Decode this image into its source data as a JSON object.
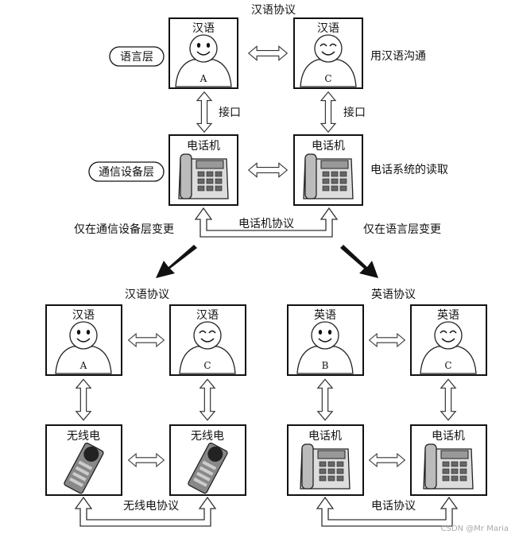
{
  "top": {
    "protocol_label": "汉语协议",
    "left_person": {
      "title": "汉语",
      "letter": "A"
    },
    "right_person": {
      "title": "汉语",
      "letter": "C"
    },
    "language_layer": "语言层",
    "comm_layer": "通信设备层",
    "interface_left": "接口",
    "interface_right": "接口",
    "right_note_1": "用汉语沟通",
    "right_note_2": "电话系统的读取",
    "left_device": {
      "title": "电话机"
    },
    "right_device": {
      "title": "电话机"
    },
    "phone_protocol": "电话机协议",
    "change_left": "仅在通信设备层变更",
    "change_right": "仅在语言层变更"
  },
  "bottom_left": {
    "protocol_label": "汉语协议",
    "left_person": {
      "title": "汉语",
      "letter": "A"
    },
    "right_person": {
      "title": "汉语",
      "letter": "C"
    },
    "left_device": {
      "title": "无线电"
    },
    "right_device": {
      "title": "无线电"
    },
    "device_protocol": "无线电协议"
  },
  "bottom_right": {
    "protocol_label": "英语协议",
    "left_person": {
      "title": "英语",
      "letter": "B"
    },
    "right_person": {
      "title": "英语",
      "letter": "C"
    },
    "left_device": {
      "title": "电话机"
    },
    "right_device": {
      "title": "电话机"
    },
    "device_protocol": "电话协议"
  },
  "watermark": "CSDN @Mr Maria"
}
